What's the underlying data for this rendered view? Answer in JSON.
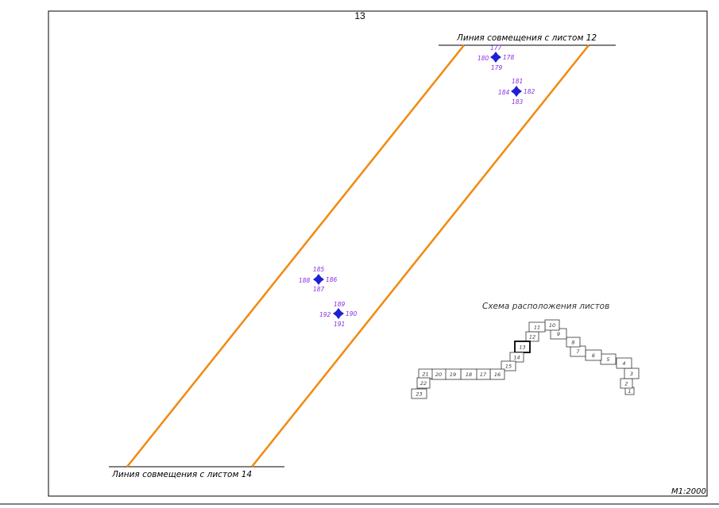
{
  "page_number": "13",
  "lines": {
    "top_label": "Линия совмещения с листом 12",
    "bottom_label": "Линия совмещения с листом 14"
  },
  "scale": "М1:2000",
  "scheme": {
    "title": "Схема расположения листов",
    "current": "13"
  },
  "colors": {
    "boundary": "#f08a10",
    "point": "#1f1fd6",
    "point_label": "#8a2be2"
  },
  "point_groups": [
    {
      "labels": [
        "177",
        "178",
        "179",
        "180"
      ]
    },
    {
      "labels": [
        "181",
        "182",
        "183",
        "184"
      ]
    },
    {
      "labels": [
        "185",
        "186",
        "187",
        "188"
      ]
    },
    {
      "labels": [
        "189",
        "190",
        "191",
        "192"
      ]
    }
  ],
  "sheets": [
    "1",
    "2",
    "3",
    "4",
    "5",
    "6",
    "7",
    "8",
    "9",
    "10",
    "11",
    "12",
    "13",
    "14",
    "15",
    "16",
    "17",
    "18",
    "19",
    "20",
    "21",
    "22",
    "23"
  ]
}
